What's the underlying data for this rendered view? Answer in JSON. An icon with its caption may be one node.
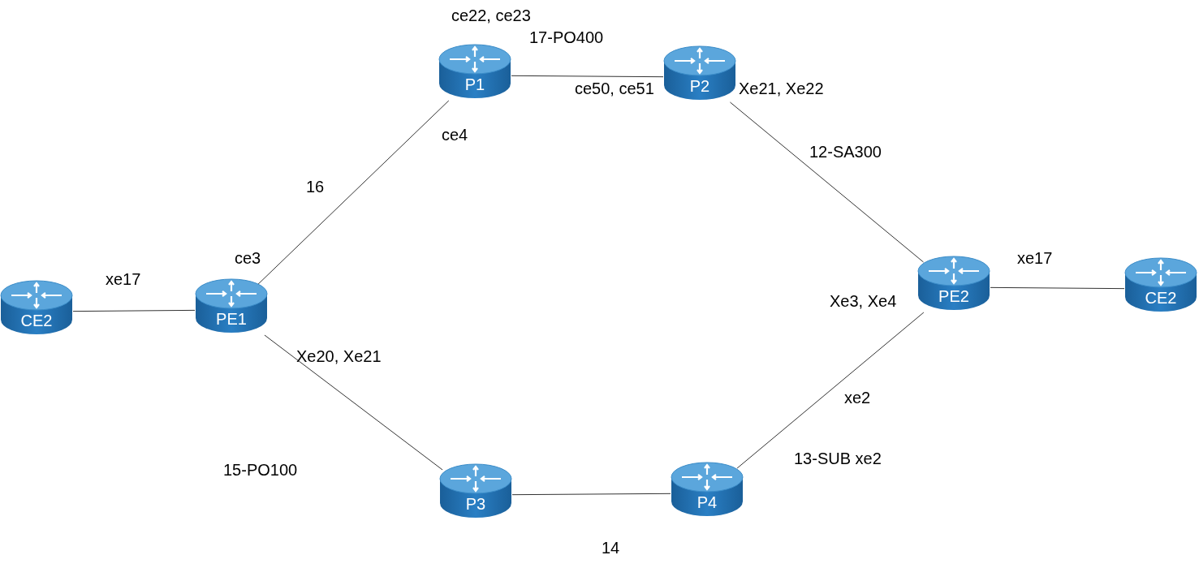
{
  "diagram": {
    "nodes": [
      {
        "text": [
          "CE2"
        ]
      },
      {
        "text": [
          "PE1"
        ]
      },
      {
        "text": [
          "P1"
        ]
      },
      {
        "text": [
          "P2"
        ]
      },
      {
        "text": [
          "PE2"
        ]
      },
      {
        "text": [
          "CE2"
        ]
      },
      {
        "text": [
          "P3"
        ]
      },
      {
        "text": [
          "P4"
        ]
      }
    ],
    "edges": [
      {
        "from": 0,
        "to": 1,
        "arrow": "none"
      },
      {
        "from": 1,
        "to": 2,
        "arrow": "none"
      },
      {
        "from": 2,
        "to": 3,
        "arrow": "none"
      },
      {
        "from": 3,
        "to": 4,
        "arrow": "none"
      },
      {
        "from": 4,
        "to": 5,
        "arrow": "none"
      },
      {
        "from": 1,
        "to": 6,
        "arrow": "none"
      },
      {
        "from": 6,
        "to": 7,
        "arrow": "none"
      },
      {
        "from": 7,
        "to": 4,
        "arrow": "none"
      }
    ],
    "labels": [
      "ce22, ce23",
      "17-PO400",
      "ce50, ce51",
      "Xe21, Xe22",
      "ce4",
      "12-SA300",
      "16",
      "ce3",
      "xe17",
      "xe17",
      "Xe3, Xe4",
      "Xe20, Xe21",
      "xe2",
      "13-SUB xe2",
      "15-PO100",
      "14"
    ]
  }
}
